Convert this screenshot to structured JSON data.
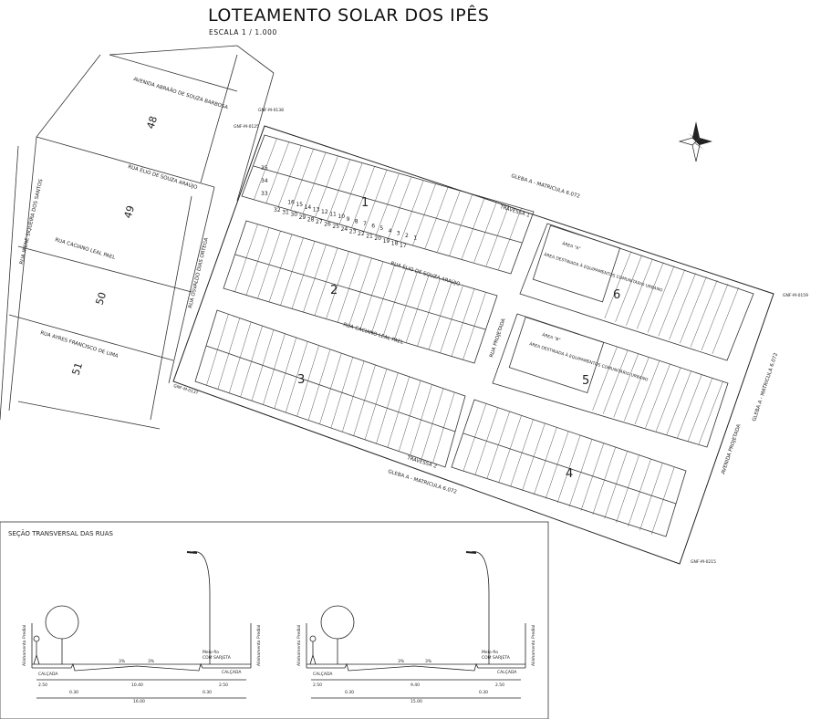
{
  "title": "LOTEAMENTO SOLAR DOS IPÊS",
  "scale": "ESCALA 1 / 1.000",
  "neighbors": [
    {
      "number": "48",
      "street": "AVENIDA ABRAÃO DE SOUZA BARBOSA"
    },
    {
      "number": "49",
      "street": "RUA ÉLIO DE SOUZA ARAÚJO"
    },
    {
      "number": "50",
      "street": "RUA CACIANO LEAL PAEL"
    },
    {
      "number": "51",
      "street": "RUA AYRES FRANCISCO DE LIMA"
    }
  ],
  "side_streets": {
    "west_far": "RUA IRENE SIQUEIRA DOS SANTOS",
    "west_near": "RUA OSVALDO DIAS ORTEGA"
  },
  "streets": {
    "rua_elio": "RUA ÉLIO DE SOUZA ARAÚJO",
    "rua_caciano": "RUA CACIANO LEAL PAEL",
    "rua_projetada": "RUA PROJETADA",
    "avenida_projetada": "AVENIDA PROJETADA",
    "travessa_1": "TRAVESSA 1",
    "travessa_2": "TRAVESSA 2"
  },
  "boundaries": {
    "north": "GLEBA A - MATRICULA 6.072",
    "south": "GLEBA A - MATRICULA 6.072",
    "east": "GLEBA A - MATRICULA 6.072"
  },
  "markers": [
    "GNF-M-0138",
    "GNF-M-0125",
    "GNF-M-0159",
    "GNF-M-0215",
    "GNF-M-0137"
  ],
  "blocks": [
    "1",
    "2",
    "3",
    "4",
    "5",
    "6"
  ],
  "areas": {
    "a": {
      "name": "ÁREA \"A\"",
      "use": "ÁREA DESTINADA À EQUIPAMENTOS COMUNITÁRIO URBANO"
    },
    "b": {
      "name": "ÁREA \"B\"",
      "use": "ÁREA DESTINADA À EQUIPAMENTOS COMUNITÁRIO URBANO"
    }
  },
  "lot_numbers_block_1": [
    "35",
    "34",
    "33",
    "32",
    "31",
    "30",
    "29",
    "28",
    "27",
    "26",
    "25",
    "24",
    "23",
    "22",
    "21",
    "20",
    "19",
    "18",
    "17",
    "16",
    "15",
    "14",
    "13",
    "12",
    "11",
    "10",
    "9",
    "8",
    "7",
    "6",
    "5",
    "4",
    "3",
    "2",
    "1"
  ],
  "section": {
    "title": "SEÇÃO TRANSVERSAL  DAS RUAS",
    "left": {
      "alignment_left": "Alinhamento Predial",
      "alignment_right": "Alinhamento Predial",
      "curb": "Meio-fio",
      "gutter": "COM SARJETA",
      "slope_left": "3%",
      "slope_right": "3%",
      "sidewalk_left": "CALÇADA",
      "sidewalk_right": "CALÇADA",
      "dim_sidewalk_left": "2.50",
      "dim_road": "10.40",
      "dim_sidewalk_right": "2.50",
      "dim_curb_left": "0.30",
      "dim_curb_right": "0.30",
      "dim_total": "16.00"
    },
    "right": {
      "alignment_left": "Alinhamento Predial",
      "alignment_right": "Alinhamento Predial",
      "curb": "Meio-fio",
      "gutter": "COM SARJETA",
      "slope_left": "3%",
      "slope_right": "3%",
      "sidewalk_left": "CALÇADA",
      "sidewalk_right": "CALÇADA",
      "dim_sidewalk_left": "2.50",
      "dim_road": "9.40",
      "dim_sidewalk_right": "2.50",
      "dim_curb_left": "0.30",
      "dim_curb_right": "0.30",
      "dim_total": "15.00"
    }
  }
}
